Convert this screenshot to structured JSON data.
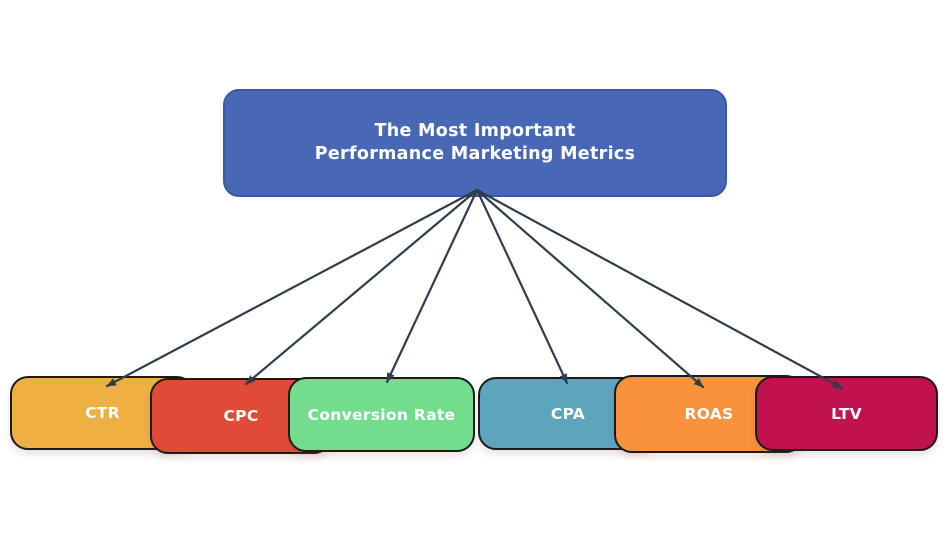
{
  "diagram": {
    "background_color": "#ffffff",
    "root": {
      "label_lines": [
        "The Most Important",
        "Performance Marketing Metrics"
      ],
      "fill_color": "#4868b6",
      "border_color": "#3a57a8",
      "text_color": "#ffffff"
    },
    "nodes": [
      {
        "id": "ctr",
        "label": "CTR",
        "color": "#efb043"
      },
      {
        "id": "cpc",
        "label": "CPC",
        "color": "#e04b38"
      },
      {
        "id": "cr",
        "label": "Conversion Rate",
        "color": "#73dd8d"
      },
      {
        "id": "cpa",
        "label": "CPA",
        "color": "#5da4bd"
      },
      {
        "id": "roas",
        "label": "ROAS",
        "color": "#f8923c"
      },
      {
        "id": "ltv",
        "label": "LTV",
        "color": "#c1114e"
      }
    ],
    "edges": [
      {
        "from": "root",
        "to": "ctr"
      },
      {
        "from": "root",
        "to": "cpc"
      },
      {
        "from": "root",
        "to": "cr"
      },
      {
        "from": "root",
        "to": "cpa"
      },
      {
        "from": "root",
        "to": "roas"
      },
      {
        "from": "root",
        "to": "ltv"
      }
    ],
    "arrow_color": "#2e3e4c",
    "node_border_color": "#1b1b1b",
    "node_text_color": "#ffffff"
  }
}
